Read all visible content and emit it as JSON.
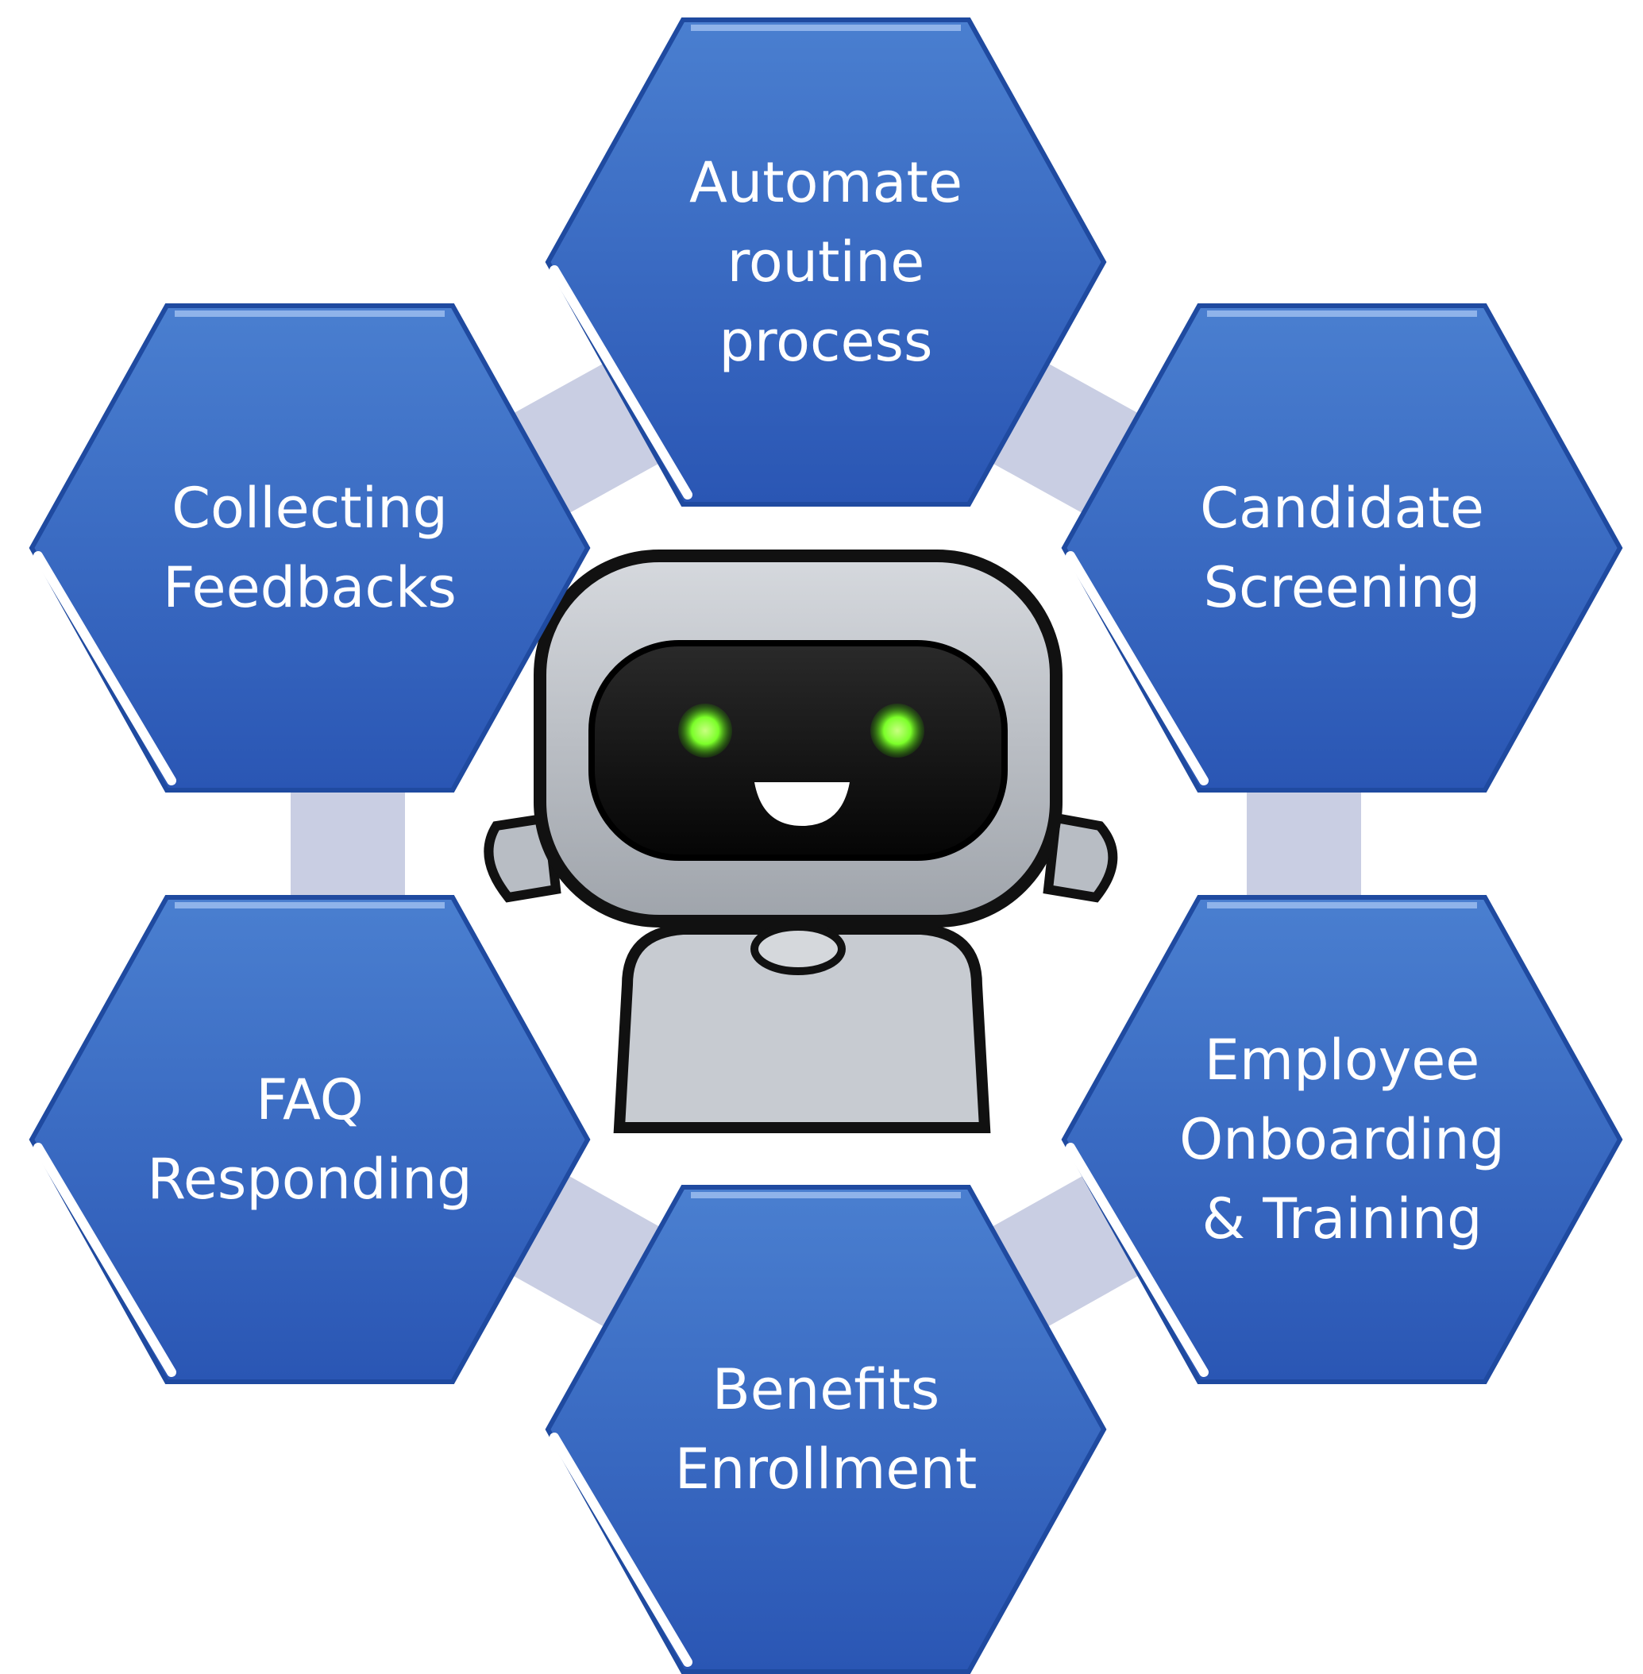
{
  "diagram": {
    "center": {
      "name": "chatbot-robot",
      "icon": "robot-icon"
    },
    "nodes": [
      {
        "id": "automate",
        "lines": [
          "Automate",
          "routine",
          "process"
        ]
      },
      {
        "id": "candidate",
        "lines": [
          "Candidate",
          "Screening"
        ]
      },
      {
        "id": "onboarding",
        "lines": [
          "Employee",
          "Onboarding",
          "& Training"
        ]
      },
      {
        "id": "benefits",
        "lines": [
          "Benefits",
          "Enrollment"
        ]
      },
      {
        "id": "faq",
        "lines": [
          "FAQ",
          "Responding"
        ]
      },
      {
        "id": "feedback",
        "lines": [
          "Collecting",
          "Feedbacks"
        ]
      }
    ],
    "colors": {
      "hex_fill_top": "#4a7fd0",
      "hex_fill_bottom": "#2a56b4",
      "hex_edge": "#1f4aa0",
      "highlight": "#ffffff",
      "connector": "#c9cee3",
      "robot_frame": "#b8bdc4",
      "robot_face": "#111111",
      "robot_eyes": "#7cff2a",
      "robot_body": "#c7cbd1"
    }
  }
}
